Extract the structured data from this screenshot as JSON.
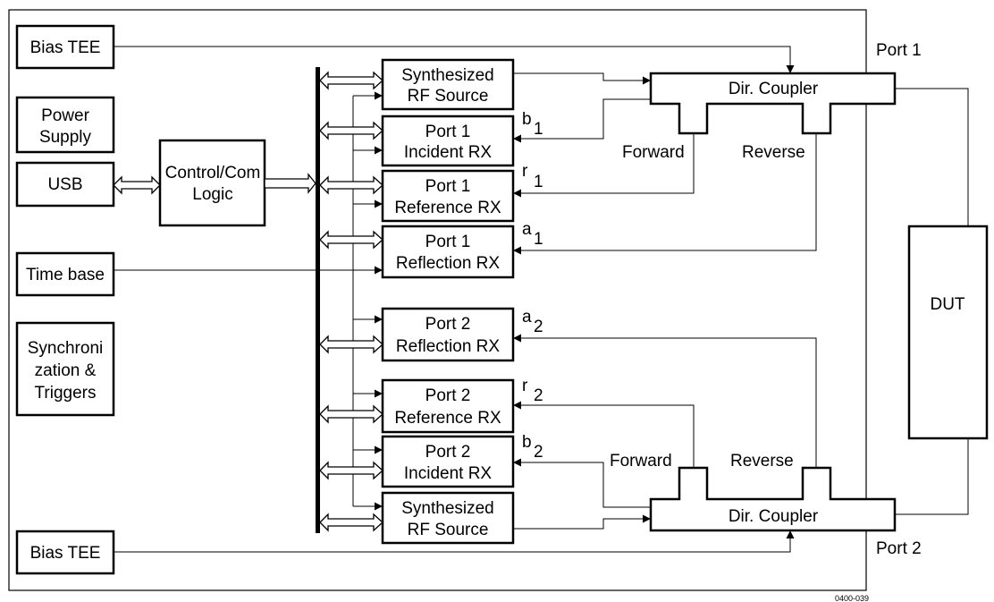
{
  "blocks": {
    "bias_tee_top": "Bias TEE",
    "power_supply": [
      "Power",
      "Supply"
    ],
    "usb": "USB",
    "control_logic": [
      "Control/Com",
      "Logic"
    ],
    "time_base": "Time base",
    "sync": [
      "Synchroni",
      "zation &",
      "Triggers"
    ],
    "bias_tee_bottom": "Bias TEE",
    "dut": "DUT",
    "source_top": [
      "Synthesized",
      "RF Source"
    ],
    "p1_incident": [
      "Port 1",
      "Incident RX"
    ],
    "p1_reference": [
      "Port 1",
      "Reference RX"
    ],
    "p1_reflection": [
      "Port 1",
      "Reflection RX"
    ],
    "p2_reflection": [
      "Port 2",
      "Reflection RX"
    ],
    "p2_reference": [
      "Port 2",
      "Reference RX"
    ],
    "p2_incident": [
      "Port 2",
      "Incident RX"
    ],
    "source_bottom": [
      "Synthesized",
      "RF Source"
    ],
    "coupler_top": "Dir. Coupler",
    "coupler_bottom": "Dir. Coupler"
  },
  "labels": {
    "port1": "Port 1",
    "port2": "Port 2",
    "forward_top": "Forward",
    "reverse_top": "Reverse",
    "forward_bottom": "Forward",
    "reverse_bottom": "Reverse",
    "fig_id": "0400-039"
  },
  "signals": {
    "b1": {
      "base": "b",
      "sub": "1"
    },
    "r1": {
      "base": "r",
      "sub": "1"
    },
    "a1": {
      "base": "a",
      "sub": "1"
    },
    "a2": {
      "base": "a",
      "sub": "2"
    },
    "r2": {
      "base": "r",
      "sub": "2"
    },
    "b2": {
      "base": "b",
      "sub": "2"
    }
  }
}
